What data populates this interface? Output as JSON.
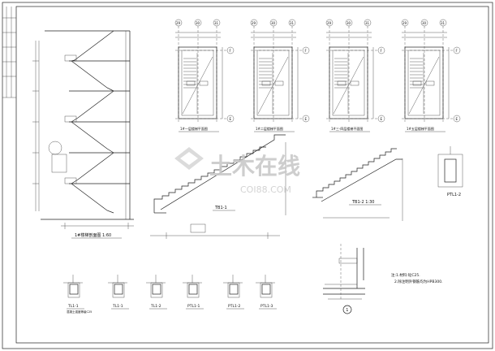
{
  "stair_section": {
    "title": "1#楼梯剖面图 1:60"
  },
  "plans": [
    {
      "title": "1#一层楼梯平面图",
      "axes_top": [
        "29",
        "30",
        "31"
      ],
      "axes_right": [
        "F",
        "E"
      ]
    },
    {
      "title": "1#二层楼梯平面图",
      "axes_top": [
        "29",
        "30",
        "31"
      ],
      "axes_right": [
        "F",
        "E"
      ]
    },
    {
      "title": "1#三-四层楼梯平面图",
      "axes_top": [
        "29",
        "30",
        "31"
      ],
      "axes_right": [
        "F",
        "E"
      ]
    },
    {
      "title": "1#五层楼梯平面图",
      "axes_top": [
        "29",
        "30",
        "31"
      ],
      "axes_right": [
        "F",
        "E"
      ]
    }
  ],
  "slabs": [
    {
      "label": "TB1-1"
    },
    {
      "label": "TB1-2 1:30"
    }
  ],
  "beams": [
    {
      "label": "TL1-1",
      "note": "混凝土强度等级C25"
    },
    {
      "label": "TL1-1"
    },
    {
      "label": "TL1-2"
    },
    {
      "label": "PTL1-1"
    },
    {
      "label": "PTL1-2"
    },
    {
      "label": "PTL1-3"
    }
  ],
  "ptl_right": {
    "label": "PTL1-2"
  },
  "detail": {
    "marker": "1"
  },
  "notes": {
    "line1": "注:1.材料:砼C25.",
    "line2": "2.除注明外钢筋均为HPB300."
  },
  "watermark": {
    "main": "土木在线",
    "sub": "COI88.COM"
  }
}
